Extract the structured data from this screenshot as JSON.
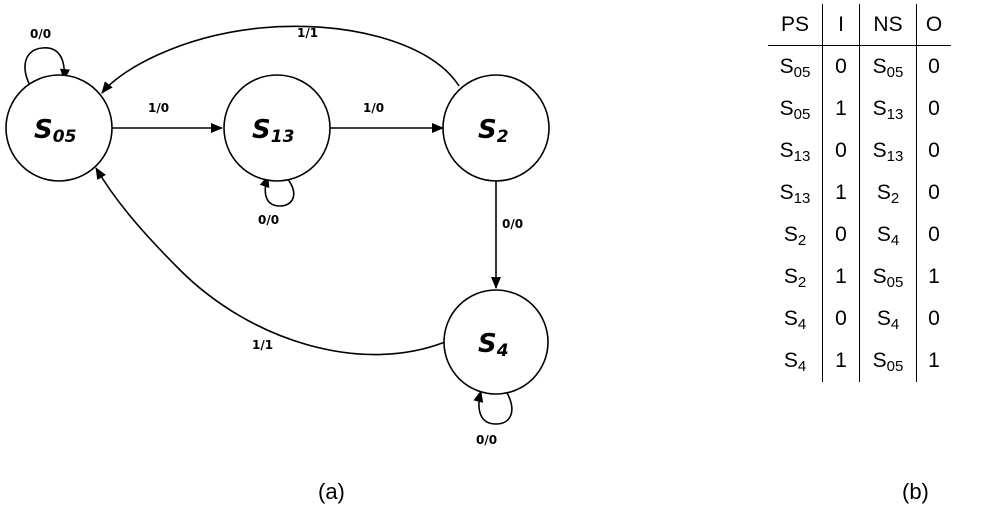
{
  "diagram": {
    "states": [
      {
        "id": "s05",
        "base": "S",
        "sub": "05"
      },
      {
        "id": "s13",
        "base": "S",
        "sub": "13"
      },
      {
        "id": "s2",
        "base": "S",
        "sub": "2"
      },
      {
        "id": "s4",
        "base": "S",
        "sub": "4"
      }
    ],
    "transitions": [
      {
        "from": "s05",
        "to": "s05",
        "label": "0/0"
      },
      {
        "from": "s05",
        "to": "s13",
        "label": "1/0"
      },
      {
        "from": "s13",
        "to": "s13",
        "label": "0/0"
      },
      {
        "from": "s13",
        "to": "s2",
        "label": "1/0"
      },
      {
        "from": "s2",
        "to": "s05",
        "label": "1/1"
      },
      {
        "from": "s2",
        "to": "s4",
        "label": "0/0"
      },
      {
        "from": "s4",
        "to": "s4",
        "label": "0/0"
      },
      {
        "from": "s4",
        "to": "s05",
        "label": "1/1"
      }
    ]
  },
  "table": {
    "headers": [
      "PS",
      "I",
      "NS",
      "O"
    ],
    "rows": [
      [
        {
          "b": "S",
          "s": "05"
        },
        "0",
        {
          "b": "S",
          "s": "05"
        },
        "0"
      ],
      [
        {
          "b": "S",
          "s": "05"
        },
        "1",
        {
          "b": "S",
          "s": "13"
        },
        "0"
      ],
      [
        {
          "b": "S",
          "s": "13"
        },
        "0",
        {
          "b": "S",
          "s": "13"
        },
        "0"
      ],
      [
        {
          "b": "S",
          "s": "13"
        },
        "1",
        {
          "b": "S",
          "s": "2"
        },
        "0"
      ],
      [
        {
          "b": "S",
          "s": "2"
        },
        "0",
        {
          "b": "S",
          "s": "4"
        },
        "0"
      ],
      [
        {
          "b": "S",
          "s": "2"
        },
        "1",
        {
          "b": "S",
          "s": "05"
        },
        "1"
      ],
      [
        {
          "b": "S",
          "s": "4"
        },
        "0",
        {
          "b": "S",
          "s": "4"
        },
        "0"
      ],
      [
        {
          "b": "S",
          "s": "4"
        },
        "1",
        {
          "b": "S",
          "s": "05"
        },
        "1"
      ]
    ]
  },
  "captions": {
    "a": "(a)",
    "b": "(b)"
  }
}
